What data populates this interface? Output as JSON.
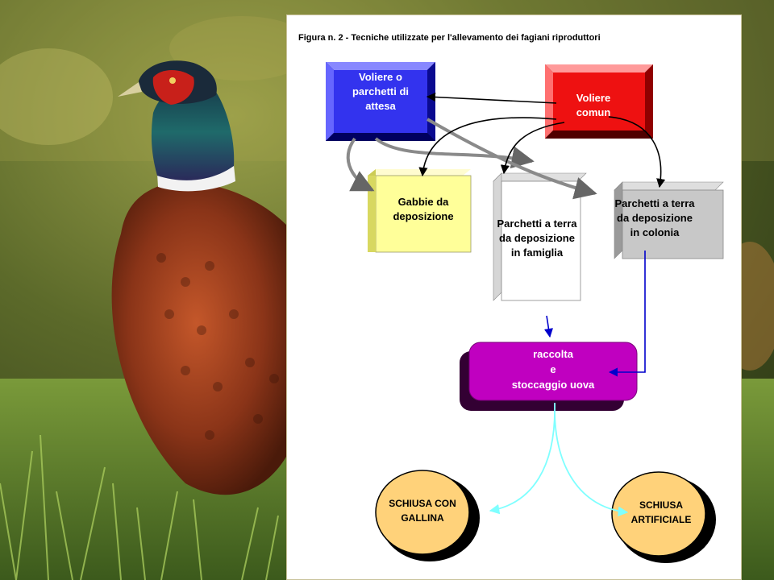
{
  "figure_title": "Figura n. 2 - Tecniche utilizzate per l'allevamento dei fagiani riproduttori",
  "nodes": {
    "voliere_attesa": {
      "label": "Voliere o\nparchetti di\nattesa",
      "fill": "#3333ee"
    },
    "voliere_comuni": {
      "label": "Voliere\ncomun",
      "fill": "#ee1111"
    },
    "gabbie": {
      "label": "Gabbie da\ndeposizione",
      "fill": "#ffff99"
    },
    "parchetti_famiglia": {
      "label": "Parchetti a terra\nda deposizione\nin famiglia",
      "fill": "#ffffff"
    },
    "parchetti_colonia": {
      "label": "Parchetti a terra\nda deposizione\nin colonia",
      "fill": "#c8c8c8"
    },
    "raccolta": {
      "label": "raccolta\ne\nstoccaggio uova",
      "fill": "#c000c0"
    },
    "schiusa_gallina": {
      "label": "SCHIUSA CON\nGALLINA",
      "fill": "#ffd27a"
    },
    "schiusa_artificiale": {
      "label": "SCHIUSA\nARTIFICIALE",
      "fill": "#ffd27a"
    }
  },
  "colors": {
    "arrow_black": "#000000",
    "arrow_gray": "#8a8a8a",
    "arrow_blue": "#0000cc",
    "arrow_cyan": "#7fffff"
  }
}
